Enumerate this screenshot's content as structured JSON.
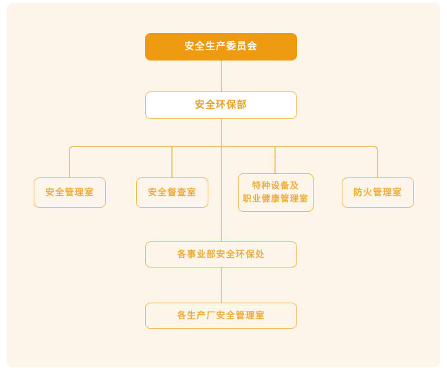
{
  "canvas": {
    "background": "#fdf5e9",
    "page_background": "#ffffff",
    "accent_fill": "#ef9b12",
    "accent_text": "#e8a020",
    "line_color": "#edb455",
    "node_border": "#f0b755"
  },
  "chart_data": {
    "type": "diagram",
    "diagram_kind": "organization-chart",
    "title": "",
    "orientation": "top-down",
    "nodes": [
      {
        "id": "n1",
        "label": "安全生产委员会",
        "level": 0,
        "style": "filled"
      },
      {
        "id": "n2",
        "label": "安全环保部",
        "level": 1,
        "style": "white"
      },
      {
        "id": "n3",
        "label": "安全管理室",
        "level": 2,
        "style": "plain"
      },
      {
        "id": "n4",
        "label": "安全督查室",
        "level": 2,
        "style": "plain"
      },
      {
        "id": "n5",
        "label": "特种设备及\n职业健康管理室",
        "level": 2,
        "style": "plain"
      },
      {
        "id": "n6",
        "label": "防火管理室",
        "level": 2,
        "style": "plain"
      },
      {
        "id": "n7",
        "label": "各事业部安全环保处",
        "level": 3,
        "style": "plain"
      },
      {
        "id": "n8",
        "label": "各生产厂安全管理室",
        "level": 4,
        "style": "plain"
      }
    ],
    "edges": [
      {
        "from": "n1",
        "to": "n2"
      },
      {
        "from": "n2",
        "to": "n3"
      },
      {
        "from": "n2",
        "to": "n4"
      },
      {
        "from": "n2",
        "to": "n5"
      },
      {
        "from": "n2",
        "to": "n6"
      },
      {
        "from": "n2",
        "to": "n7"
      },
      {
        "from": "n7",
        "to": "n8"
      }
    ]
  },
  "nodes": {
    "committee": {
      "label": "安全生产委员会"
    },
    "department": {
      "label": "安全环保部"
    },
    "safety_mgmt": {
      "label": "安全管理室"
    },
    "safety_inspect": {
      "label": "安全督查室"
    },
    "special_equip": {
      "label": "特种设备及\n职业健康管理室"
    },
    "fire_mgmt": {
      "label": "防火管理室"
    },
    "division_office": {
      "label": "各事业部安全环保处"
    },
    "plant_office": {
      "label": "各生产厂安全管理室"
    }
  }
}
